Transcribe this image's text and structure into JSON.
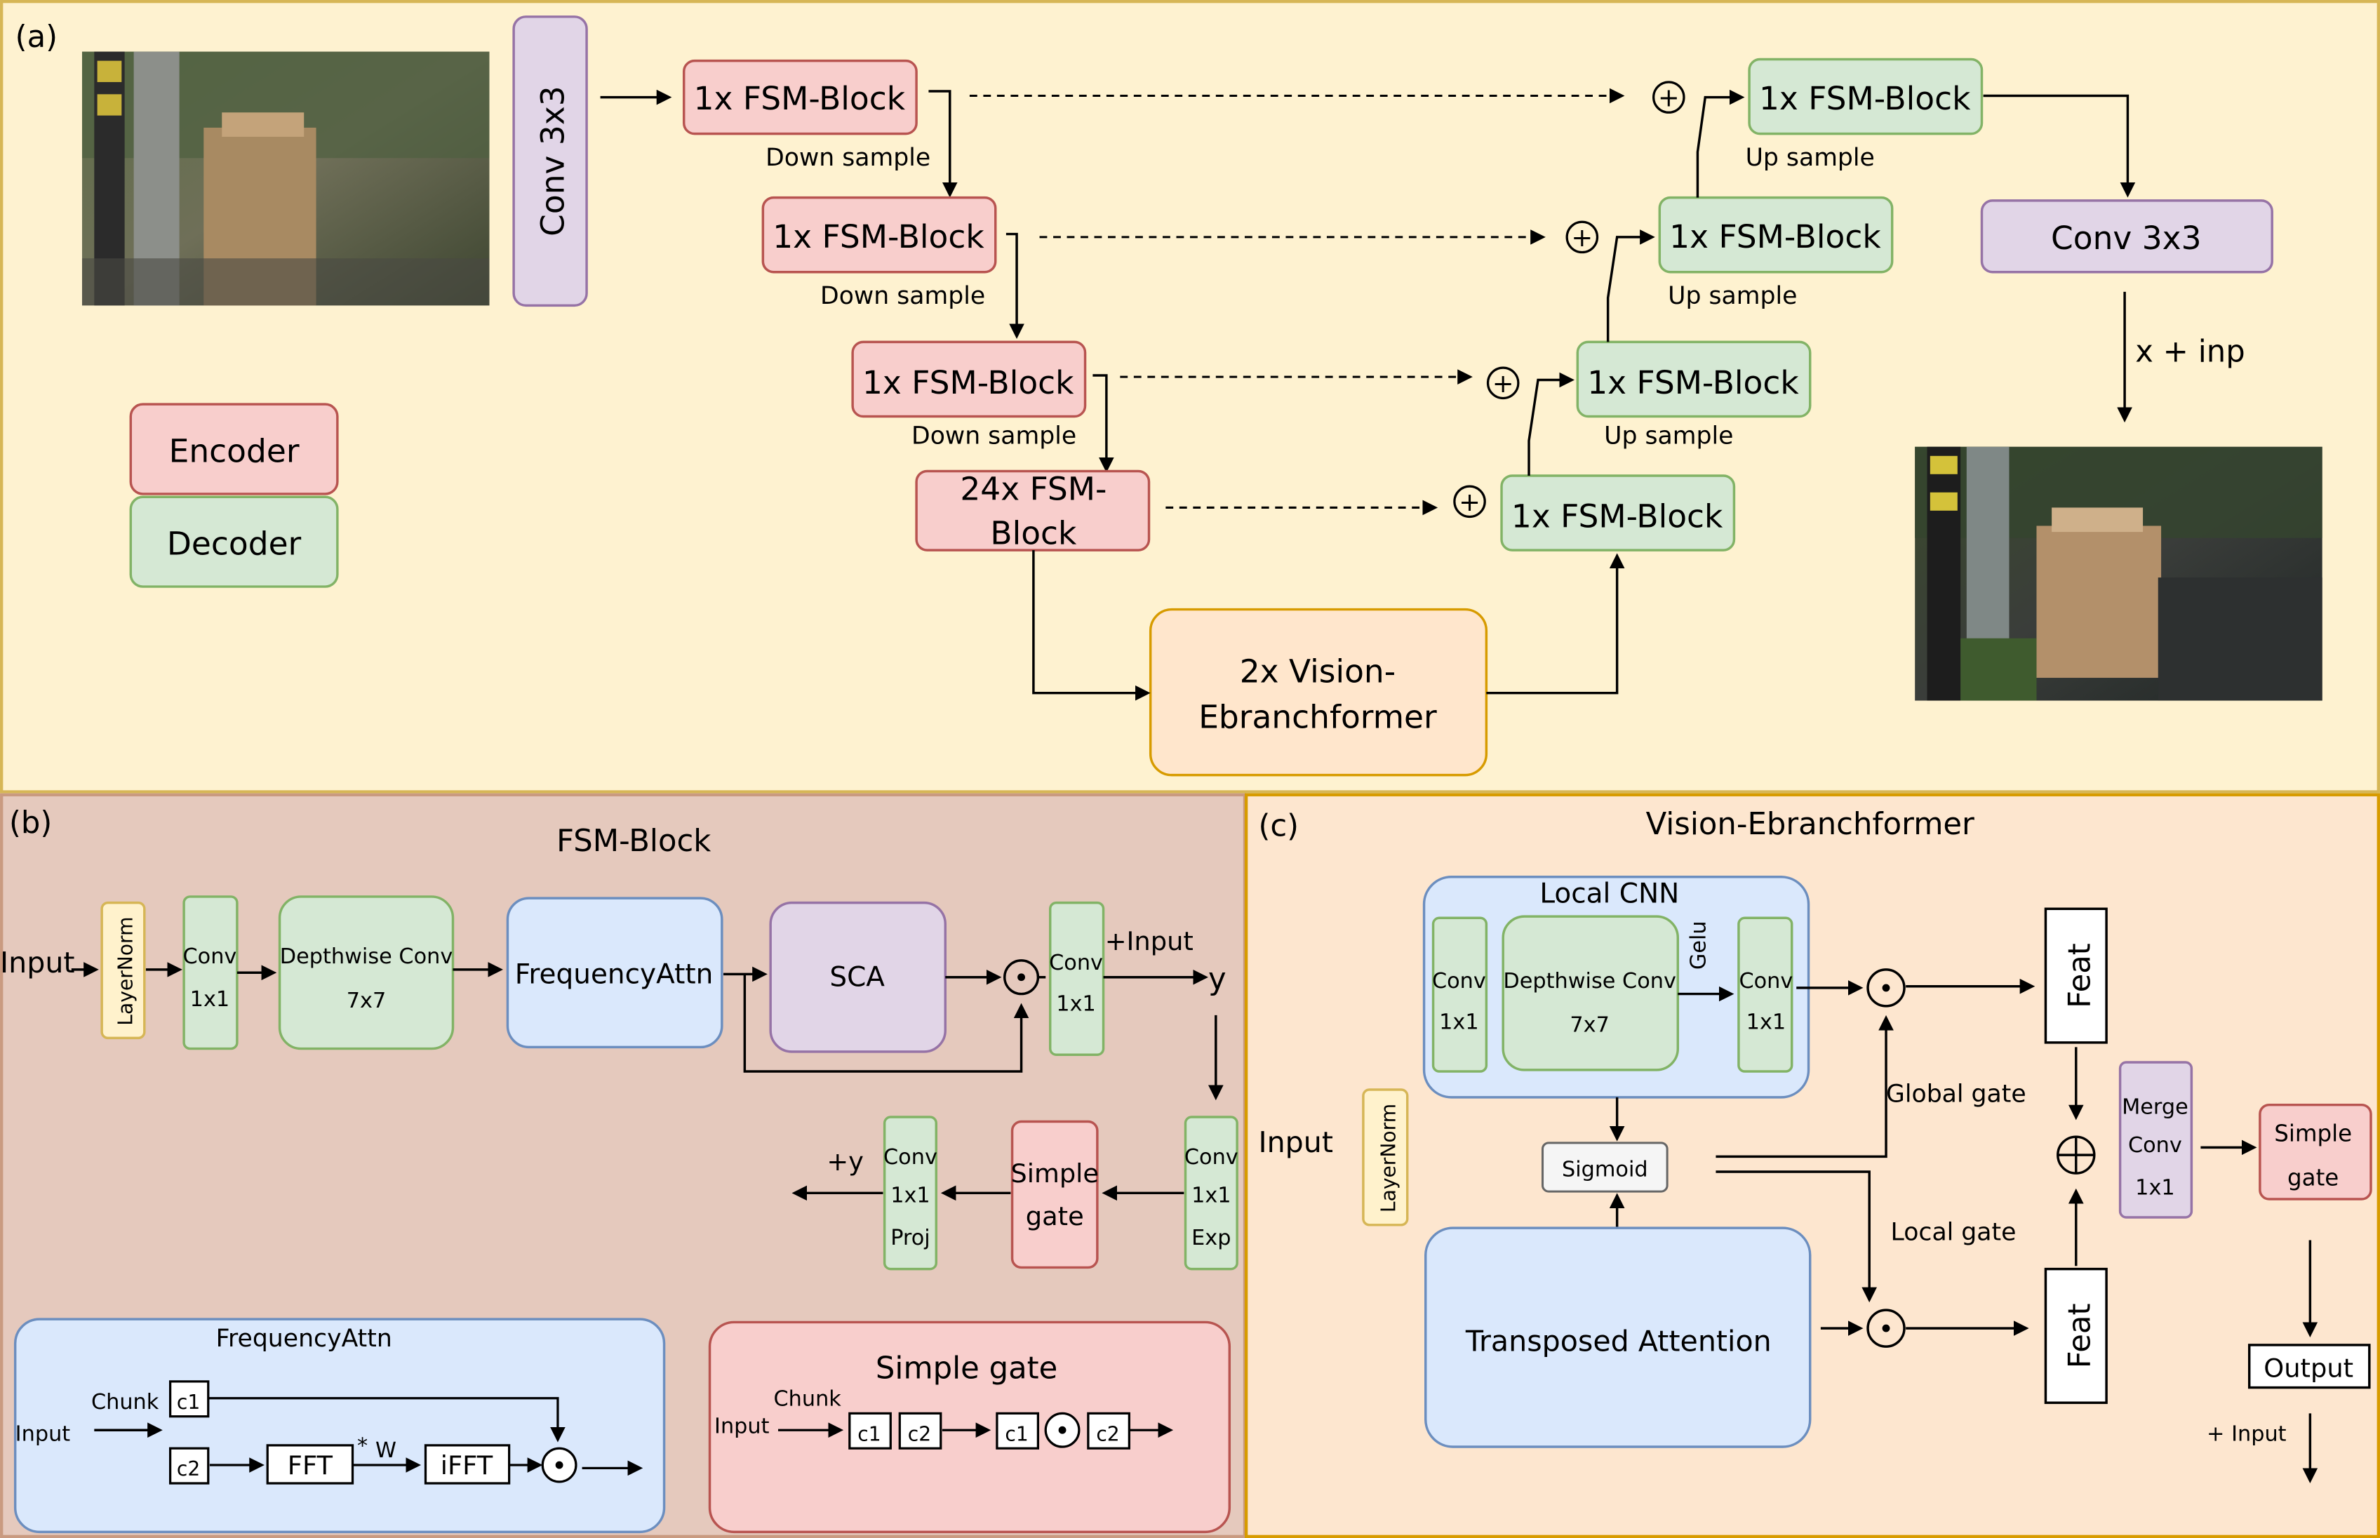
{
  "panel_a": {
    "tag": "(a)",
    "conv_in": "Conv 3x3",
    "enc1": "1x FSM-Block",
    "enc2": "1x FSM-Block",
    "enc3": "1x FSM-Block",
    "mid_line1": "24x FSM-",
    "mid_line2": "Block",
    "down": "Down sample",
    "up": "Up sample",
    "dec1": "1x FSM-Block",
    "dec2": "1x FSM-Block",
    "dec3": "1x FSM-Block",
    "dec4": "1x FSM-Block",
    "vision_line1": "2x Vision-",
    "vision_line2": "Ebranchformer",
    "conv_out": "Conv 3x3",
    "residual": "x + inp",
    "legend_encoder": "Encoder",
    "legend_decoder": "Decoder",
    "plus": "+"
  },
  "panel_b": {
    "tag": "(b)",
    "title": "FSM-Block",
    "input": "Input",
    "layernorm": "LayerNorm",
    "conv": "Conv",
    "one_by_one": "1x1",
    "dw_conv": "Depthwise Conv",
    "seven": "7x7",
    "freq_attn": "FrequencyAttn",
    "sca": "SCA",
    "plus_input": "+Input",
    "y": "y",
    "plus_y": "+y",
    "proj": "Proj",
    "exp": "Exp",
    "simple": "Simple",
    "gate": "gate",
    "dot": "⊙",
    "fa_title": "FrequencyAttn",
    "chunk": "Chunk",
    "fa_input": "Input",
    "c1": "c1",
    "c2": "c2",
    "fft": "FFT",
    "star": "*",
    "w": "W",
    "ifft": "iFFT",
    "sg_title": "Simple gate",
    "sg_chunk": "Chunk",
    "sg_input": "Input"
  },
  "panel_c": {
    "tag": "(c)",
    "title": "Vision-Ebranchformer",
    "local_cnn": "Local CNN",
    "conv": "Conv",
    "one_by_one": "1x1",
    "dw_conv": "Depthwise Conv",
    "seven": "7x7",
    "gelu": "Gelu",
    "input": "Input",
    "layernorm": "LayerNorm",
    "sigmoid": "Sigmoid",
    "transposed": "Transposed Attention",
    "global_gate": "Global gate",
    "local_gate": "Local gate",
    "feat": "Feat",
    "merge": "Merge",
    "simple": "Simple",
    "gate": "gate",
    "output": "Output",
    "plus_input": "+ Input",
    "dot": "⊙",
    "oplus": "⊕"
  },
  "colors": {
    "panel_a_bg": "#fef2d0",
    "panel_b_bg": "#e5c9bd",
    "panel_c_bg": "#fde6cf",
    "encoder_fill": "#f8cecc",
    "encoder_stroke": "#b85450",
    "decoder_fill": "#d5e8d4",
    "decoder_stroke": "#82b366",
    "conv_fill": "#e1d5e7",
    "conv_stroke": "#9673a6",
    "vision_fill": "#ffe6cc",
    "vision_stroke": "#d79b00",
    "freq_fill": "#dae8fc",
    "freq_stroke": "#6c8ebf"
  }
}
